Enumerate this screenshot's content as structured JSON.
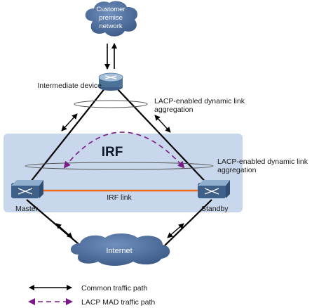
{
  "nodes": {
    "customer_cloud": {
      "line1": "Customer",
      "line2": "premise",
      "line3": "network"
    },
    "intermediate": {
      "label": "Intermediate device"
    },
    "master": {
      "label": "Master"
    },
    "standby": {
      "label": "Standby"
    },
    "internet": {
      "label": "Internet"
    }
  },
  "irf": {
    "title": "IRF",
    "link_label": "IRF link"
  },
  "aggregations": {
    "top": {
      "line1": "LACP-enabled dynamic link",
      "line2": "aggregation"
    },
    "middle": {
      "line1": "LACP-enabled dynamic link",
      "line2": "aggregation"
    }
  },
  "legend": {
    "common": "Common traffic path",
    "lacp_mad": "LACP MAD traffic path"
  },
  "colors": {
    "irf_box": "#c8d7eb",
    "cloud": "#4f6f9d",
    "irf_link": "#f26b1d",
    "mad_path": "#7a1a86",
    "device": "#6a8fb4"
  }
}
